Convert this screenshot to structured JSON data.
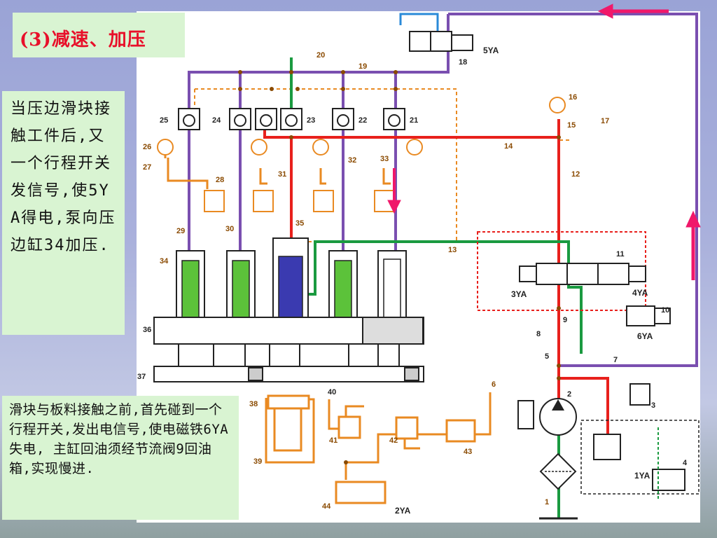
{
  "slide": {
    "title": "(3)减速、加压",
    "note_top": "当压边滑块接触工件后,又一个行程开关发信号,使5YA得电,泵向压边缸34加压.",
    "note_bottom": "滑块与板料接触之前,首先碰到一个行程开关,发出电信号,使电磁铁6YA失电, 主缸回油须经节流阀9回油箱,实现慢进."
  },
  "diagram": {
    "solenoid_labels": [
      "5YA",
      "3YA",
      "4YA",
      "6YA",
      "1YA",
      "2YA"
    ],
    "component_numbers": [
      "1",
      "2",
      "3",
      "4",
      "5",
      "6",
      "7",
      "8",
      "9",
      "10",
      "11",
      "12",
      "13",
      "14",
      "15",
      "16",
      "17",
      "18",
      "19",
      "20",
      "21",
      "22",
      "23",
      "24",
      "25",
      "26",
      "27",
      "28",
      "29",
      "30",
      "31",
      "32",
      "33",
      "34",
      "35",
      "36",
      "37",
      "38",
      "39",
      "40",
      "41",
      "42",
      "43",
      "44"
    ],
    "colors": {
      "pressure_red": "#e8201c",
      "return_purple": "#7a4fb0",
      "pilot_orange": "#e98a22",
      "green_line": "#1a9a40",
      "blue_line": "#2a8ad8",
      "arrow_pink": "#f0186a",
      "cylinder_green": "#5cc23a",
      "cylinder_blue": "#3a3ab0"
    }
  }
}
